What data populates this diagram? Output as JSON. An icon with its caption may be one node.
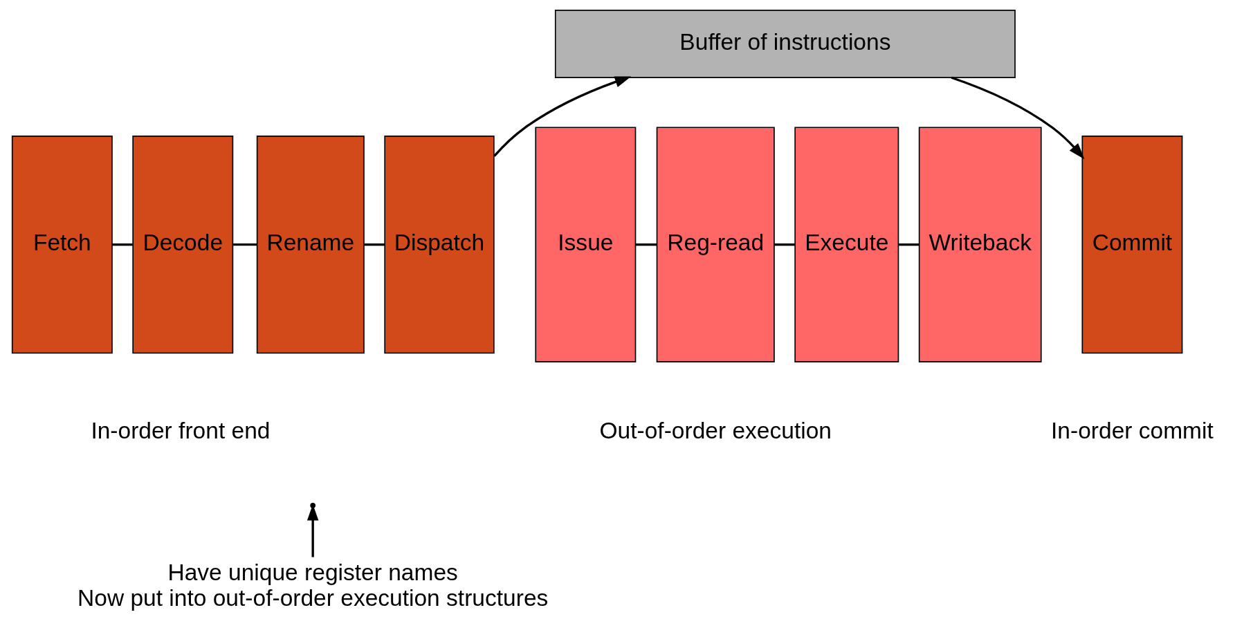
{
  "diagram": {
    "nodes": [
      {
        "text": [
          "Buffer of instructions"
        ]
      },
      {
        "text": [
          "Fetch"
        ]
      },
      {
        "text": [
          "Decode"
        ]
      },
      {
        "text": [
          "Rename"
        ]
      },
      {
        "text": [
          "Dispatch"
        ]
      },
      {
        "text": [
          "Issue"
        ]
      },
      {
        "text": [
          "Reg-read"
        ]
      },
      {
        "text": [
          "Execute"
        ]
      },
      {
        "text": [
          "Writeback"
        ]
      },
      {
        "text": [
          "Commit"
        ]
      },
      {
        "text": [
          "Have unique register names",
          "Now put into out-of-order execution structures"
        ]
      }
    ],
    "edges": [
      {
        "from": 1,
        "to": 2,
        "arrow": "none"
      },
      {
        "from": 2,
        "to": 3,
        "arrow": "none"
      },
      {
        "from": 3,
        "to": 4,
        "arrow": "none"
      },
      {
        "from": 4,
        "to": 0,
        "arrow": "to"
      },
      {
        "from": 5,
        "to": 6,
        "arrow": "none"
      },
      {
        "from": 6,
        "to": 7,
        "arrow": "none"
      },
      {
        "from": 7,
        "to": 8,
        "arrow": "none"
      },
      {
        "from": 0,
        "to": 9,
        "arrow": "to"
      },
      {
        "from": 10,
        "to": null,
        "arrow": "to"
      }
    ],
    "labels": [
      "In-order front end",
      "Out-of-order execution",
      "In-order commit"
    ]
  }
}
